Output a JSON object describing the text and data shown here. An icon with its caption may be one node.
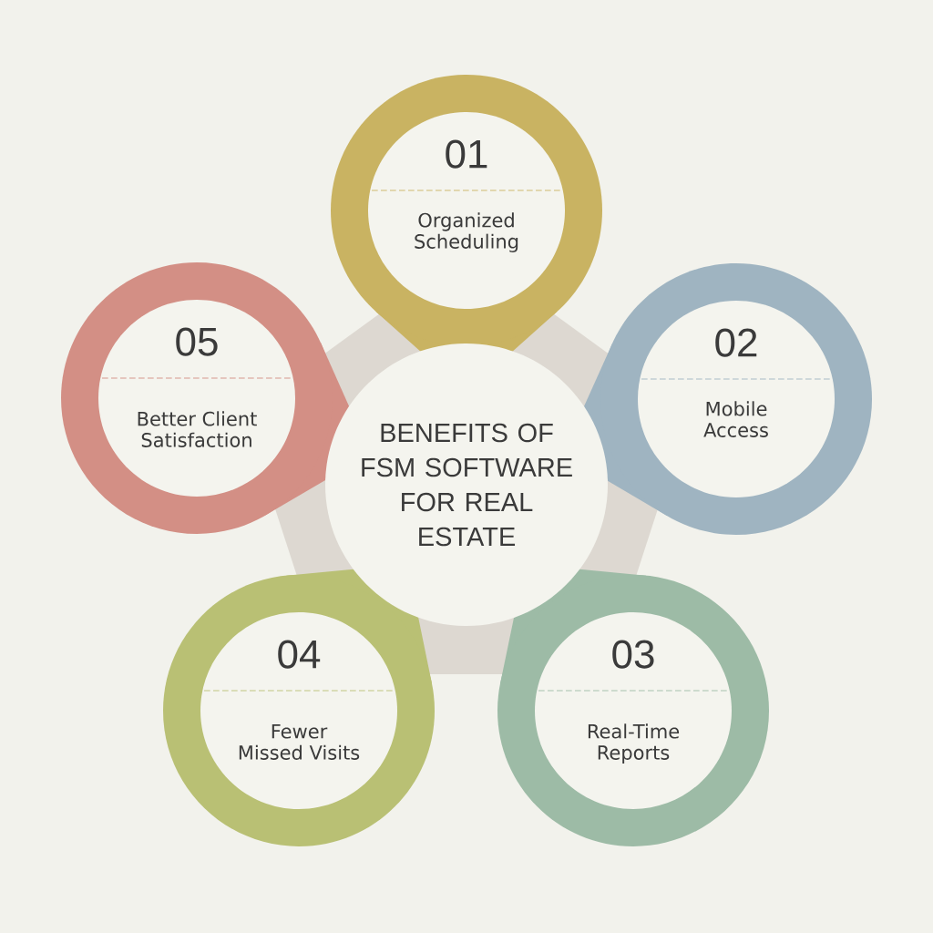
{
  "diagram": {
    "nodes": [
      {
        "text": [
          "BENEFITS OF FSM SOFTWARE FOR REAL ESTATE"
        ]
      },
      {
        "text": [
          "01",
          "Organized Scheduling"
        ]
      },
      {
        "text": [
          "02",
          "Mobile Access"
        ]
      },
      {
        "text": [
          "03",
          "Real-Time Reports"
        ]
      },
      {
        "text": [
          "04",
          "Fewer Missed Visits"
        ]
      },
      {
        "text": [
          "05",
          "Better Client Satisfaction"
        ]
      }
    ]
  }
}
